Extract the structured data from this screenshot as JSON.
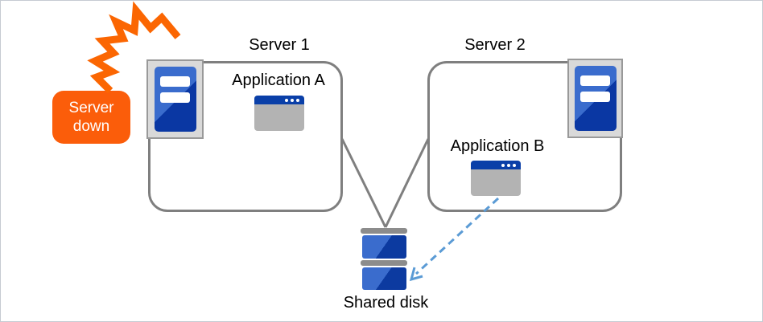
{
  "alert": {
    "label": "Server down",
    "lines": [
      "Server",
      "down"
    ]
  },
  "servers": [
    {
      "title": "Server 1",
      "app_label": "Application A"
    },
    {
      "title": "Server 2",
      "app_label": "Application B"
    }
  ],
  "disk": {
    "label": "Shared disk"
  },
  "icons": {
    "alert_burst": "explosion-bolt-icon",
    "server": "server-tower-icon",
    "application": "app-window-icon",
    "storage": "shared-disk-icon",
    "access_arrow": "dashed-arrow-icon"
  },
  "colors": {
    "alert_orange": "#fb5d0a",
    "bolt_orange": "#fb6602",
    "server_blue_light": "#3a6ccd",
    "server_blue_dark": "#0a37a3",
    "window_titlebar_blue": "#0a3fa8",
    "window_body_gray": "#b3b3b3",
    "panel_gray": "#d9d9d9",
    "box_border_gray": "#7f7f7f",
    "disk_bar_gray": "#8c8c8c",
    "dashed_arrow_blue": "#5b9bd5",
    "text_black": "#000000"
  }
}
